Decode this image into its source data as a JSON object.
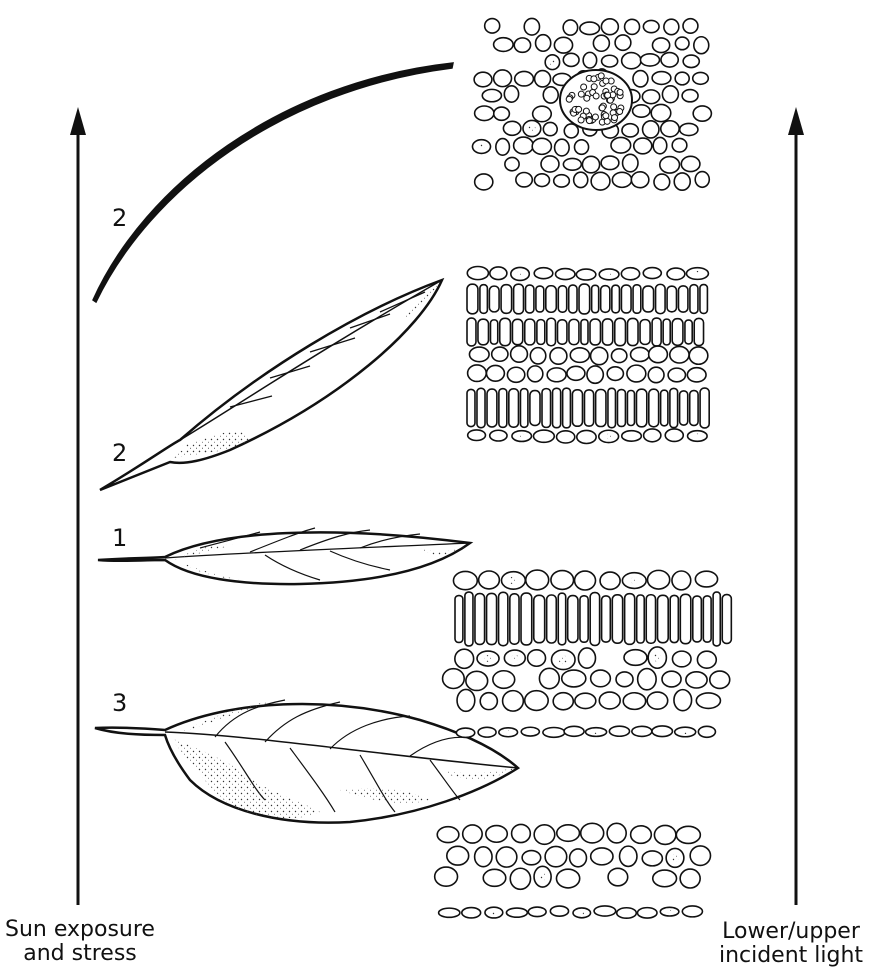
{
  "axes": {
    "left_label_line1": "Sun exposure",
    "left_label_line2": "and stress",
    "right_label_line1": "Lower/upper",
    "right_label_line2": "incident light"
  },
  "leaves": [
    {
      "number": "2",
      "shape": "needle"
    },
    {
      "number": "2",
      "shape": "narrow-lanceolate"
    },
    {
      "number": "1",
      "shape": "lanceolate"
    },
    {
      "number": "3",
      "shape": "broad-elliptic"
    }
  ],
  "cross_sections": [
    {
      "type": "needle-mesophyll-with-vascular-bundle"
    },
    {
      "type": "isobilateral-palisade"
    },
    {
      "type": "dorsiventral-palisade-spongy"
    },
    {
      "type": "spongy-only"
    }
  ],
  "colors": {
    "ink": "#111111",
    "background": "#ffffff"
  }
}
